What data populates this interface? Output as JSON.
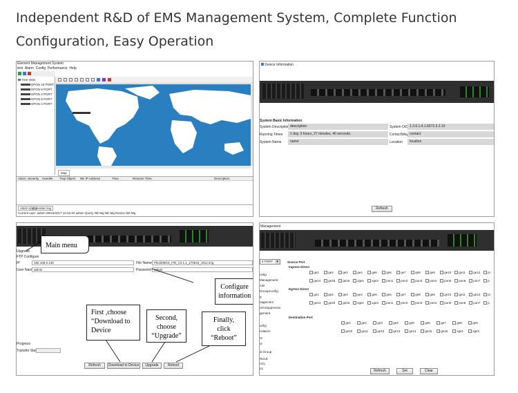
{
  "headline": "Independent R&D of EMS Management System, Complete Function Configuration, Easy Operation",
  "panel1": {
    "title": "Element Management System",
    "menus": [
      "tem",
      "Alarm",
      "Config",
      "Performance",
      "Help"
    ],
    "tree_root": "Tree View",
    "tree_items": [
      "EPON 16 PORT",
      "EPON 8 PORT",
      "EPON 4 PORT",
      "EPON 8 PORT",
      "EPON 2 PORT"
    ],
    "map_tab": "Map",
    "alarm_cols": [
      "Alarm",
      "Severity",
      "Handler",
      "Trap Object",
      "NE IP Address",
      "Time",
      "Resume Time",
      "Description"
    ],
    "bottom_tabs": [
      "Alarm Log",
      "Operation log"
    ],
    "status": "Current user: admin   08/15/2017 10:32:32   admin  Query NE-Mg  NE-Mg  Device  NE-Mg"
  },
  "panel2": {
    "title": "Device Information",
    "section": "System Basic Information",
    "rows": [
      {
        "label": "System Description",
        "value": "description",
        "label2": "System OID",
        "value2": "1.3.6.1.4.1.6072.3.2.10"
      },
      {
        "label": "Running Times",
        "value": "1 day, 3 hours, 27 minutes, 40 seconds.",
        "label2": "ContactWay",
        "value2": "contact"
      },
      {
        "label": "System Name",
        "value": "name",
        "label2": "Location",
        "value2": "location"
      }
    ],
    "refresh": "Refresh"
  },
  "panel3": {
    "nav_title": "Upgrade",
    "ftp": "FTP Configure",
    "ip_label": "IP",
    "ip_value": "192.168.5.135",
    "file_label": "File Name",
    "file_value": "PD1508GS_FW_V2.1.1_170616_1912.img",
    "user_label": "User Name",
    "user_value": "admin",
    "pass_label": "Password",
    "pass_value": "admin",
    "progress": "Progress",
    "transfer_label": "Transfer Status",
    "buttons": [
      "Refresh",
      "Download to Device",
      "Upgrade",
      "Reboot"
    ],
    "callouts": {
      "main_menu": "Main menu",
      "configure": "Configure information",
      "first": "First ,choose “Download to Device",
      "second": "Second, choose “Upgrade”",
      "finally": "Finally, click “Reboot”"
    }
  },
  "panel4": {
    "title": "Management",
    "port_select": "8 PORT",
    "source_port": "Source Port",
    "ingress": "Ingress Direct",
    "egress": "Egress Direct",
    "dest": "Destination Port",
    "sidebar": [
      "ontig",
      "Management",
      "rule",
      "tGroupConfig",
      "g",
      "nagement",
      "ormSuppressio",
      "gement",
      "",
      "onfig",
      "nslation",
      "nt",
      "ol",
      "",
      "al Group",
      "",
      "RULE",
      "ACL",
      "Lk"
    ],
    "row_a": [
      "ge1",
      "ge2",
      "ge3",
      "ge4",
      "ge5",
      "ge6",
      "ge7",
      "ge8",
      "ge9",
      "ge10",
      "ge11",
      "ge12",
      "pi"
    ],
    "row_b": [
      "ge14",
      "ge15",
      "ge16",
      "xge1",
      "xge2",
      "pon1",
      "pon2",
      "pon3",
      "pon4",
      "pon5",
      "pon6",
      "pon7",
      "p"
    ],
    "dest_a": [
      "ge1",
      "ge2",
      "ge3",
      "ge4",
      "ge5",
      "ge6",
      "ge7",
      "ge8",
      "ge9"
    ],
    "dest_b": [
      "ge10",
      "ge11",
      "ge12",
      "ge13",
      "ge14",
      "ge15",
      "ge16",
      "xge1",
      "xge2"
    ],
    "buttons": [
      "Refresh",
      "Set",
      "Clear"
    ]
  }
}
